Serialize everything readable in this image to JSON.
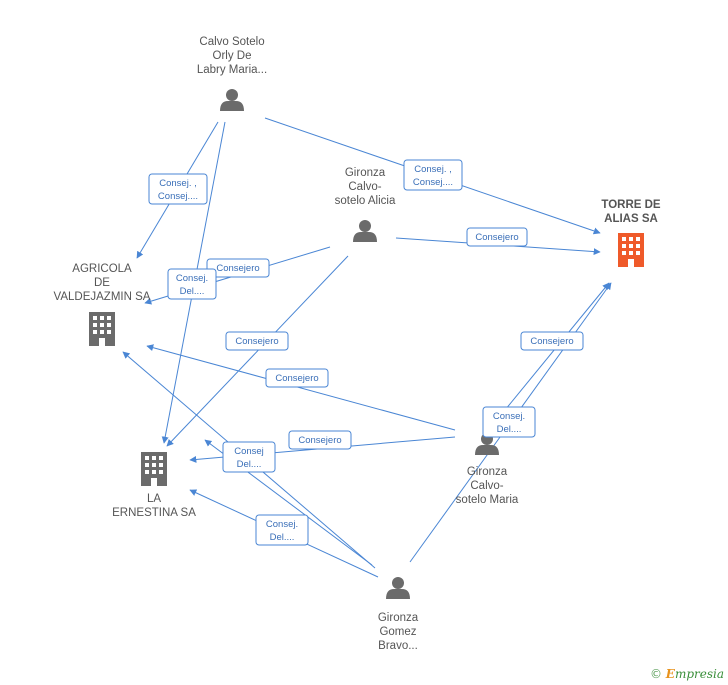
{
  "colors": {
    "edge": "#4a86d4",
    "person": "#6b6b6b",
    "company": "#6b6b6b",
    "focus": "#ef5a2a"
  },
  "nodes": [
    {
      "id": "calvo_sotelo_orly",
      "type": "person",
      "icon": "person-icon",
      "label": [
        "Calvo Sotelo",
        "Orly De",
        "Labry Maria..."
      ]
    },
    {
      "id": "gironza_alicia",
      "type": "person",
      "icon": "person-icon",
      "label": [
        "Gironza",
        "Calvo-",
        "sotelo Alicia"
      ]
    },
    {
      "id": "torre_de_alias",
      "type": "company",
      "icon": "building-icon",
      "focus": true,
      "label": [
        "TORRE DE",
        "ALIAS SA"
      ]
    },
    {
      "id": "agricola",
      "type": "company",
      "icon": "building-icon",
      "label": [
        "AGRICOLA",
        "DE",
        "VALDEJAZMIN SA"
      ]
    },
    {
      "id": "la_ernestina",
      "type": "company",
      "icon": "building-icon",
      "label": [
        "LA",
        "ERNESTINA SA"
      ]
    },
    {
      "id": "gironza_maria",
      "type": "person",
      "icon": "person-icon",
      "label": [
        "Gironza",
        "Calvo-",
        "sotelo Maria"
      ]
    },
    {
      "id": "gironza_gomez",
      "type": "person",
      "icon": "person-icon",
      "label": [
        "Gironza",
        "Gomez",
        "Bravo..."
      ]
    }
  ],
  "edges": [
    {
      "from": "calvo_sotelo_orly",
      "to": "torre_de_alias",
      "label": [
        "Consej. ,",
        "Consej...."
      ]
    },
    {
      "from": "calvo_sotelo_orly",
      "to": "agricola",
      "label": [
        "Consej. ,",
        "Consej...."
      ]
    },
    {
      "from": "calvo_sotelo_orly",
      "to": "la_ernestina",
      "label": []
    },
    {
      "from": "gironza_alicia",
      "to": "torre_de_alias",
      "label": [
        "Consejero"
      ]
    },
    {
      "from": "gironza_alicia",
      "to": "agricola",
      "label": [
        "Consejero"
      ]
    },
    {
      "from": "gironza_alicia",
      "to": "la_ernestina",
      "label": [
        "Consejero"
      ]
    },
    {
      "from": "gironza_maria",
      "to": "agricola",
      "label": [
        "Consejero"
      ]
    },
    {
      "from": "gironza_maria",
      "to": "la_ernestina",
      "label": [
        "Consejero"
      ]
    },
    {
      "from": "gironza_maria",
      "to": "torre_de_alias",
      "label": [
        "Consejero"
      ]
    },
    {
      "from": "gironza_gomez",
      "to": "torre_de_alias",
      "label": [
        "Consej.",
        "Del...."
      ]
    },
    {
      "from": "gironza_gomez",
      "to": "agricola",
      "label": [
        "Consej.",
        "Del...."
      ]
    },
    {
      "from": "gironza_gomez",
      "to": "la_ernestina",
      "label": [
        "Consej.",
        "Del...."
      ]
    },
    {
      "from": "gironza_gomez",
      "to": "la_ernestina",
      "label": [
        "Consej",
        "Del...."
      ]
    }
  ],
  "footer": {
    "copyright": "©",
    "brand_first": "E",
    "brand_rest": "mpresia"
  }
}
